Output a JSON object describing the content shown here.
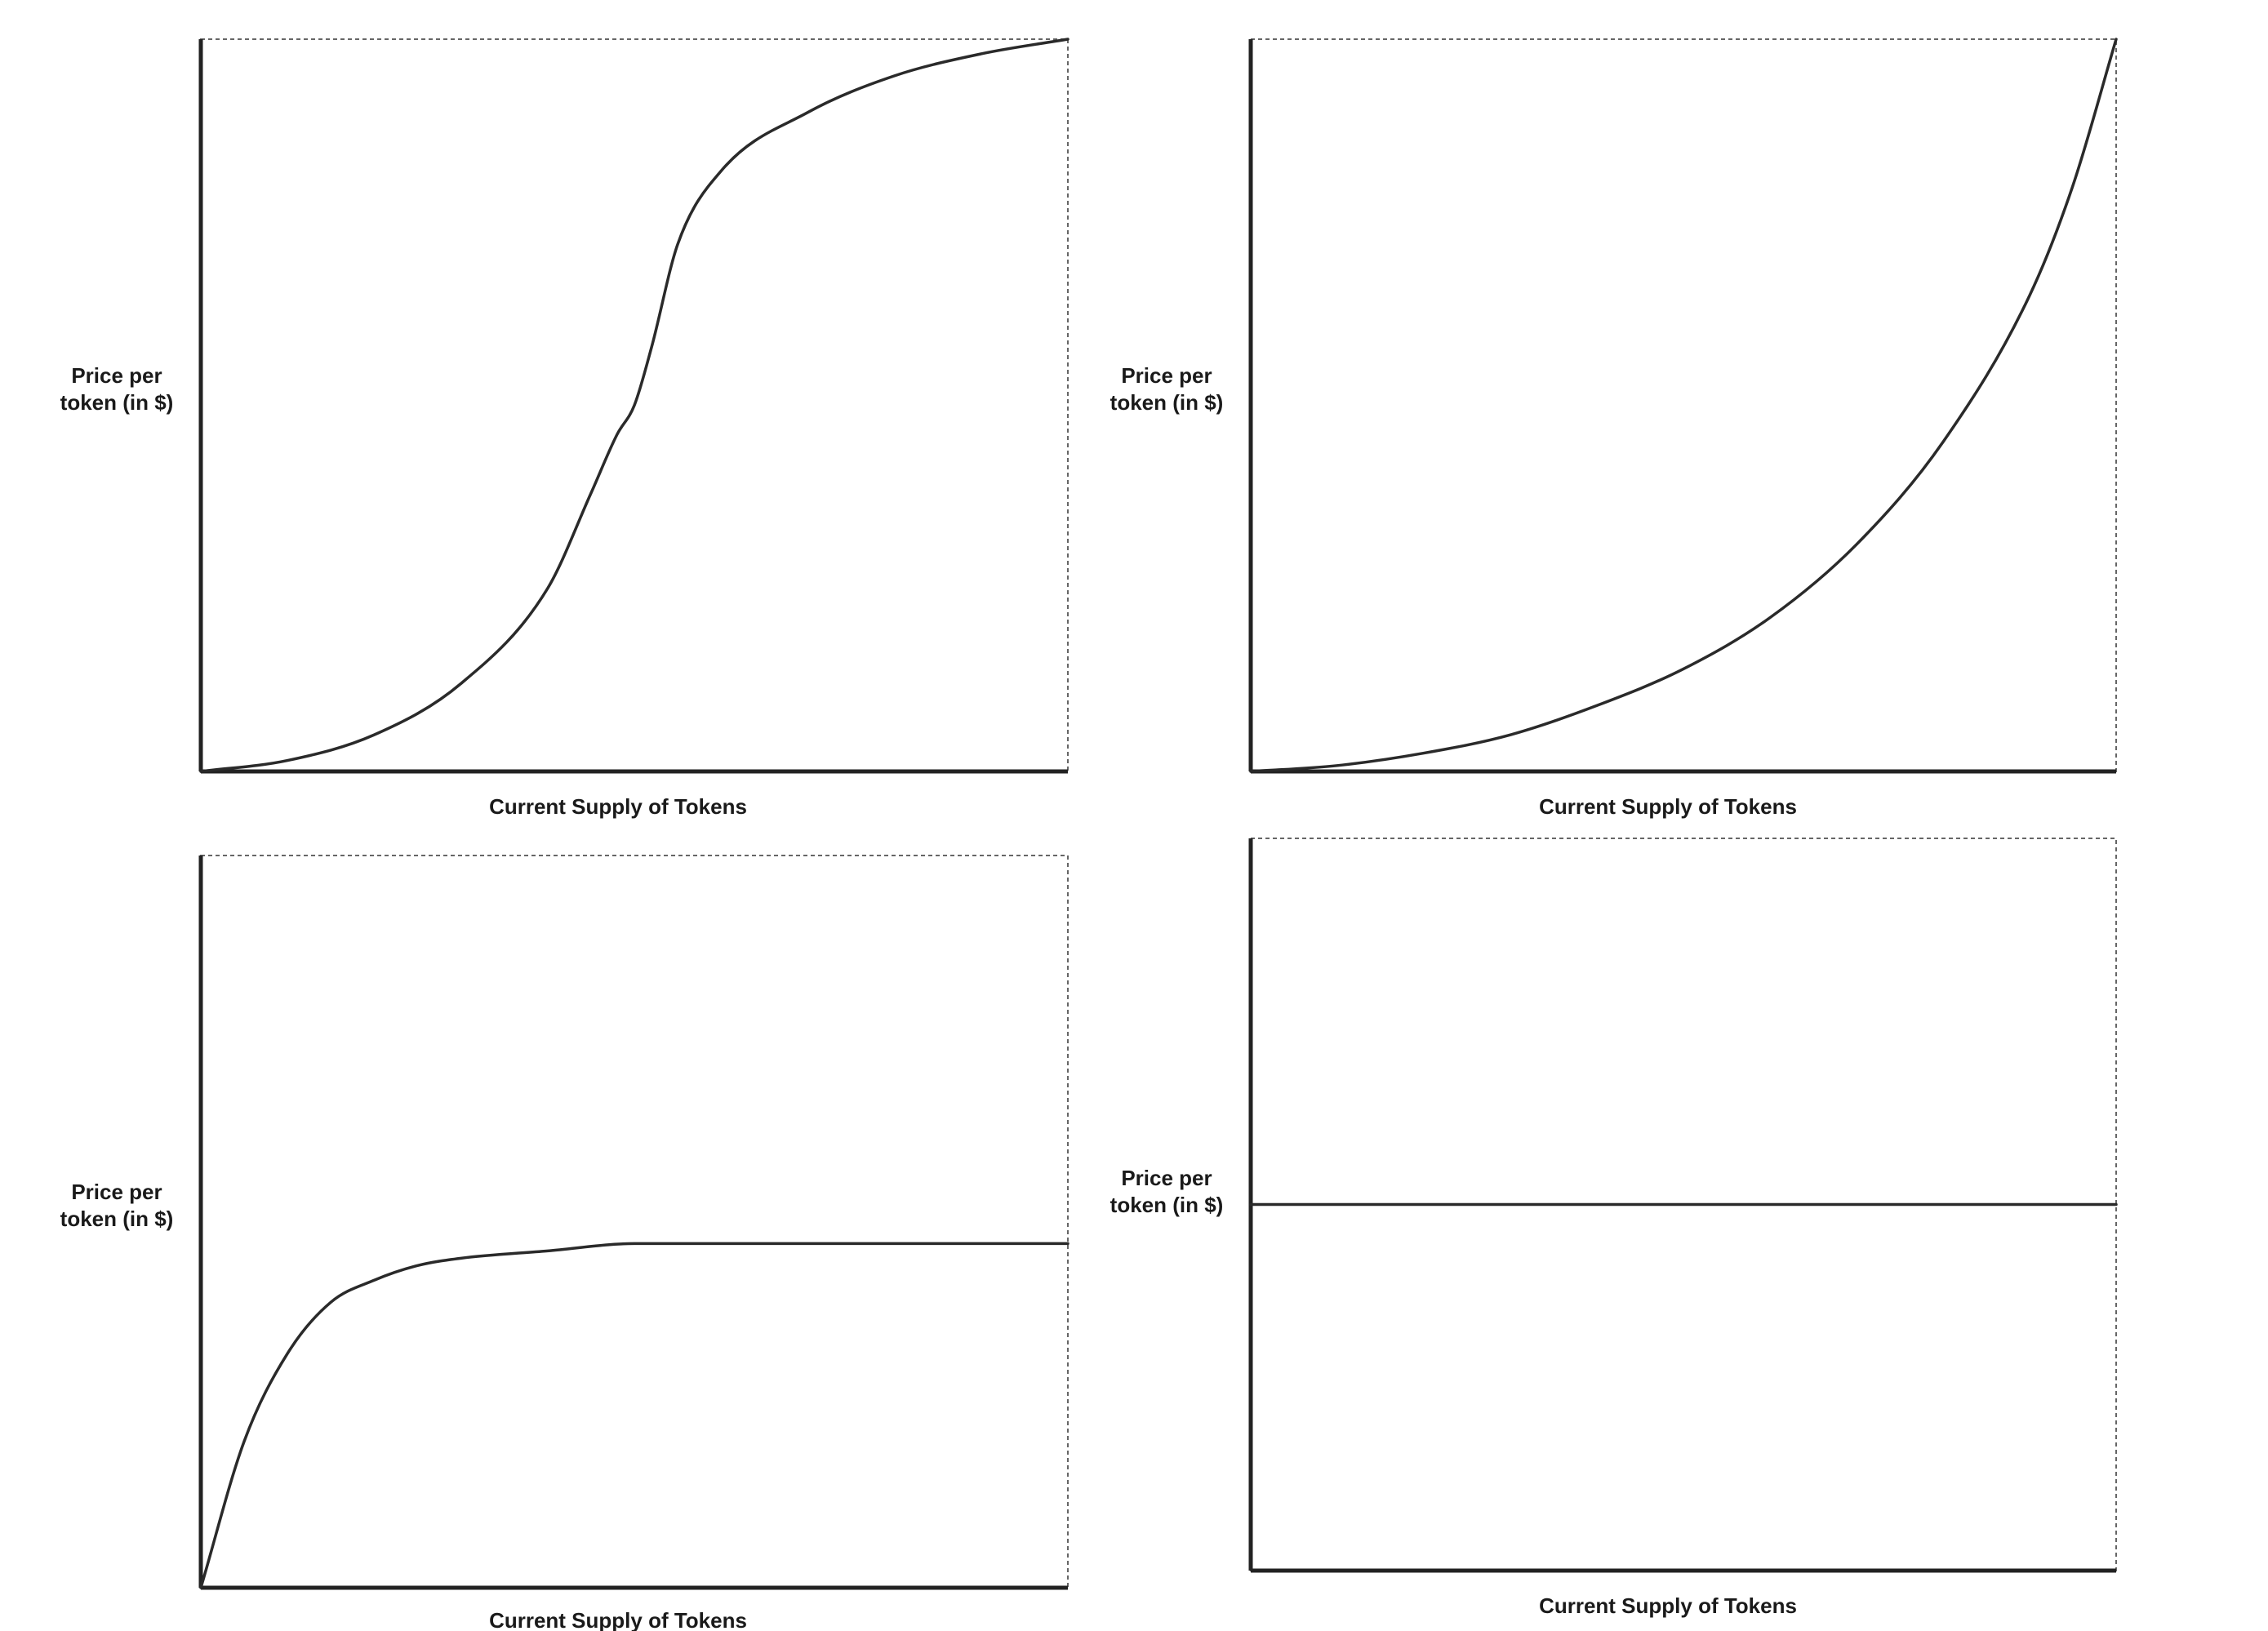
{
  "chart_data": [
    {
      "type": "line",
      "shape": "sigmoid",
      "ylabel": [
        "Price per",
        "token (in $)"
      ],
      "xlabel": "Current Supply of Tokens",
      "grid": false,
      "xlim": [
        0,
        1
      ],
      "ylim": [
        0,
        1
      ],
      "x": [
        0,
        0.1,
        0.2,
        0.3,
        0.4,
        0.45,
        0.48,
        0.5,
        0.52,
        0.55,
        0.6,
        0.7,
        0.8,
        0.9,
        1.0
      ],
      "y": [
        0,
        0.015,
        0.05,
        0.12,
        0.25,
        0.38,
        0.46,
        0.5,
        0.58,
        0.72,
        0.82,
        0.9,
        0.95,
        0.98,
        1.0
      ]
    },
    {
      "type": "line",
      "shape": "exponential",
      "ylabel": [
        "Price per",
        "token (in $)"
      ],
      "xlabel": "Current Supply of Tokens",
      "grid": false,
      "xlim": [
        0,
        1
      ],
      "ylim": [
        0,
        1
      ],
      "x": [
        0,
        0.1,
        0.2,
        0.3,
        0.4,
        0.5,
        0.6,
        0.7,
        0.8,
        0.9,
        0.95,
        1.0
      ],
      "y": [
        0,
        0.008,
        0.025,
        0.05,
        0.09,
        0.14,
        0.21,
        0.31,
        0.45,
        0.65,
        0.8,
        1.0
      ]
    },
    {
      "type": "line",
      "shape": "logarithmic",
      "ylabel": [
        "Price per",
        "token (in $)"
      ],
      "xlabel": "Current Supply of Tokens",
      "grid": false,
      "xlim": [
        0,
        1
      ],
      "ylim": [
        0,
        1
      ],
      "x": [
        0,
        0.05,
        0.1,
        0.15,
        0.2,
        0.25,
        0.3,
        0.4,
        0.5,
        0.6,
        0.7,
        0.8,
        0.9,
        1.0
      ],
      "y": [
        0,
        0.2,
        0.32,
        0.39,
        0.42,
        0.44,
        0.45,
        0.46,
        0.47,
        0.47,
        0.47,
        0.47,
        0.47,
        0.47
      ]
    },
    {
      "type": "line",
      "shape": "constant",
      "ylabel": [
        "Price per",
        "token (in $)"
      ],
      "xlabel": "Current Supply of Tokens",
      "grid": false,
      "xlim": [
        0,
        1
      ],
      "ylim": [
        0,
        1
      ],
      "x": [
        0,
        1.0
      ],
      "y": [
        0.5,
        0.5
      ]
    }
  ]
}
